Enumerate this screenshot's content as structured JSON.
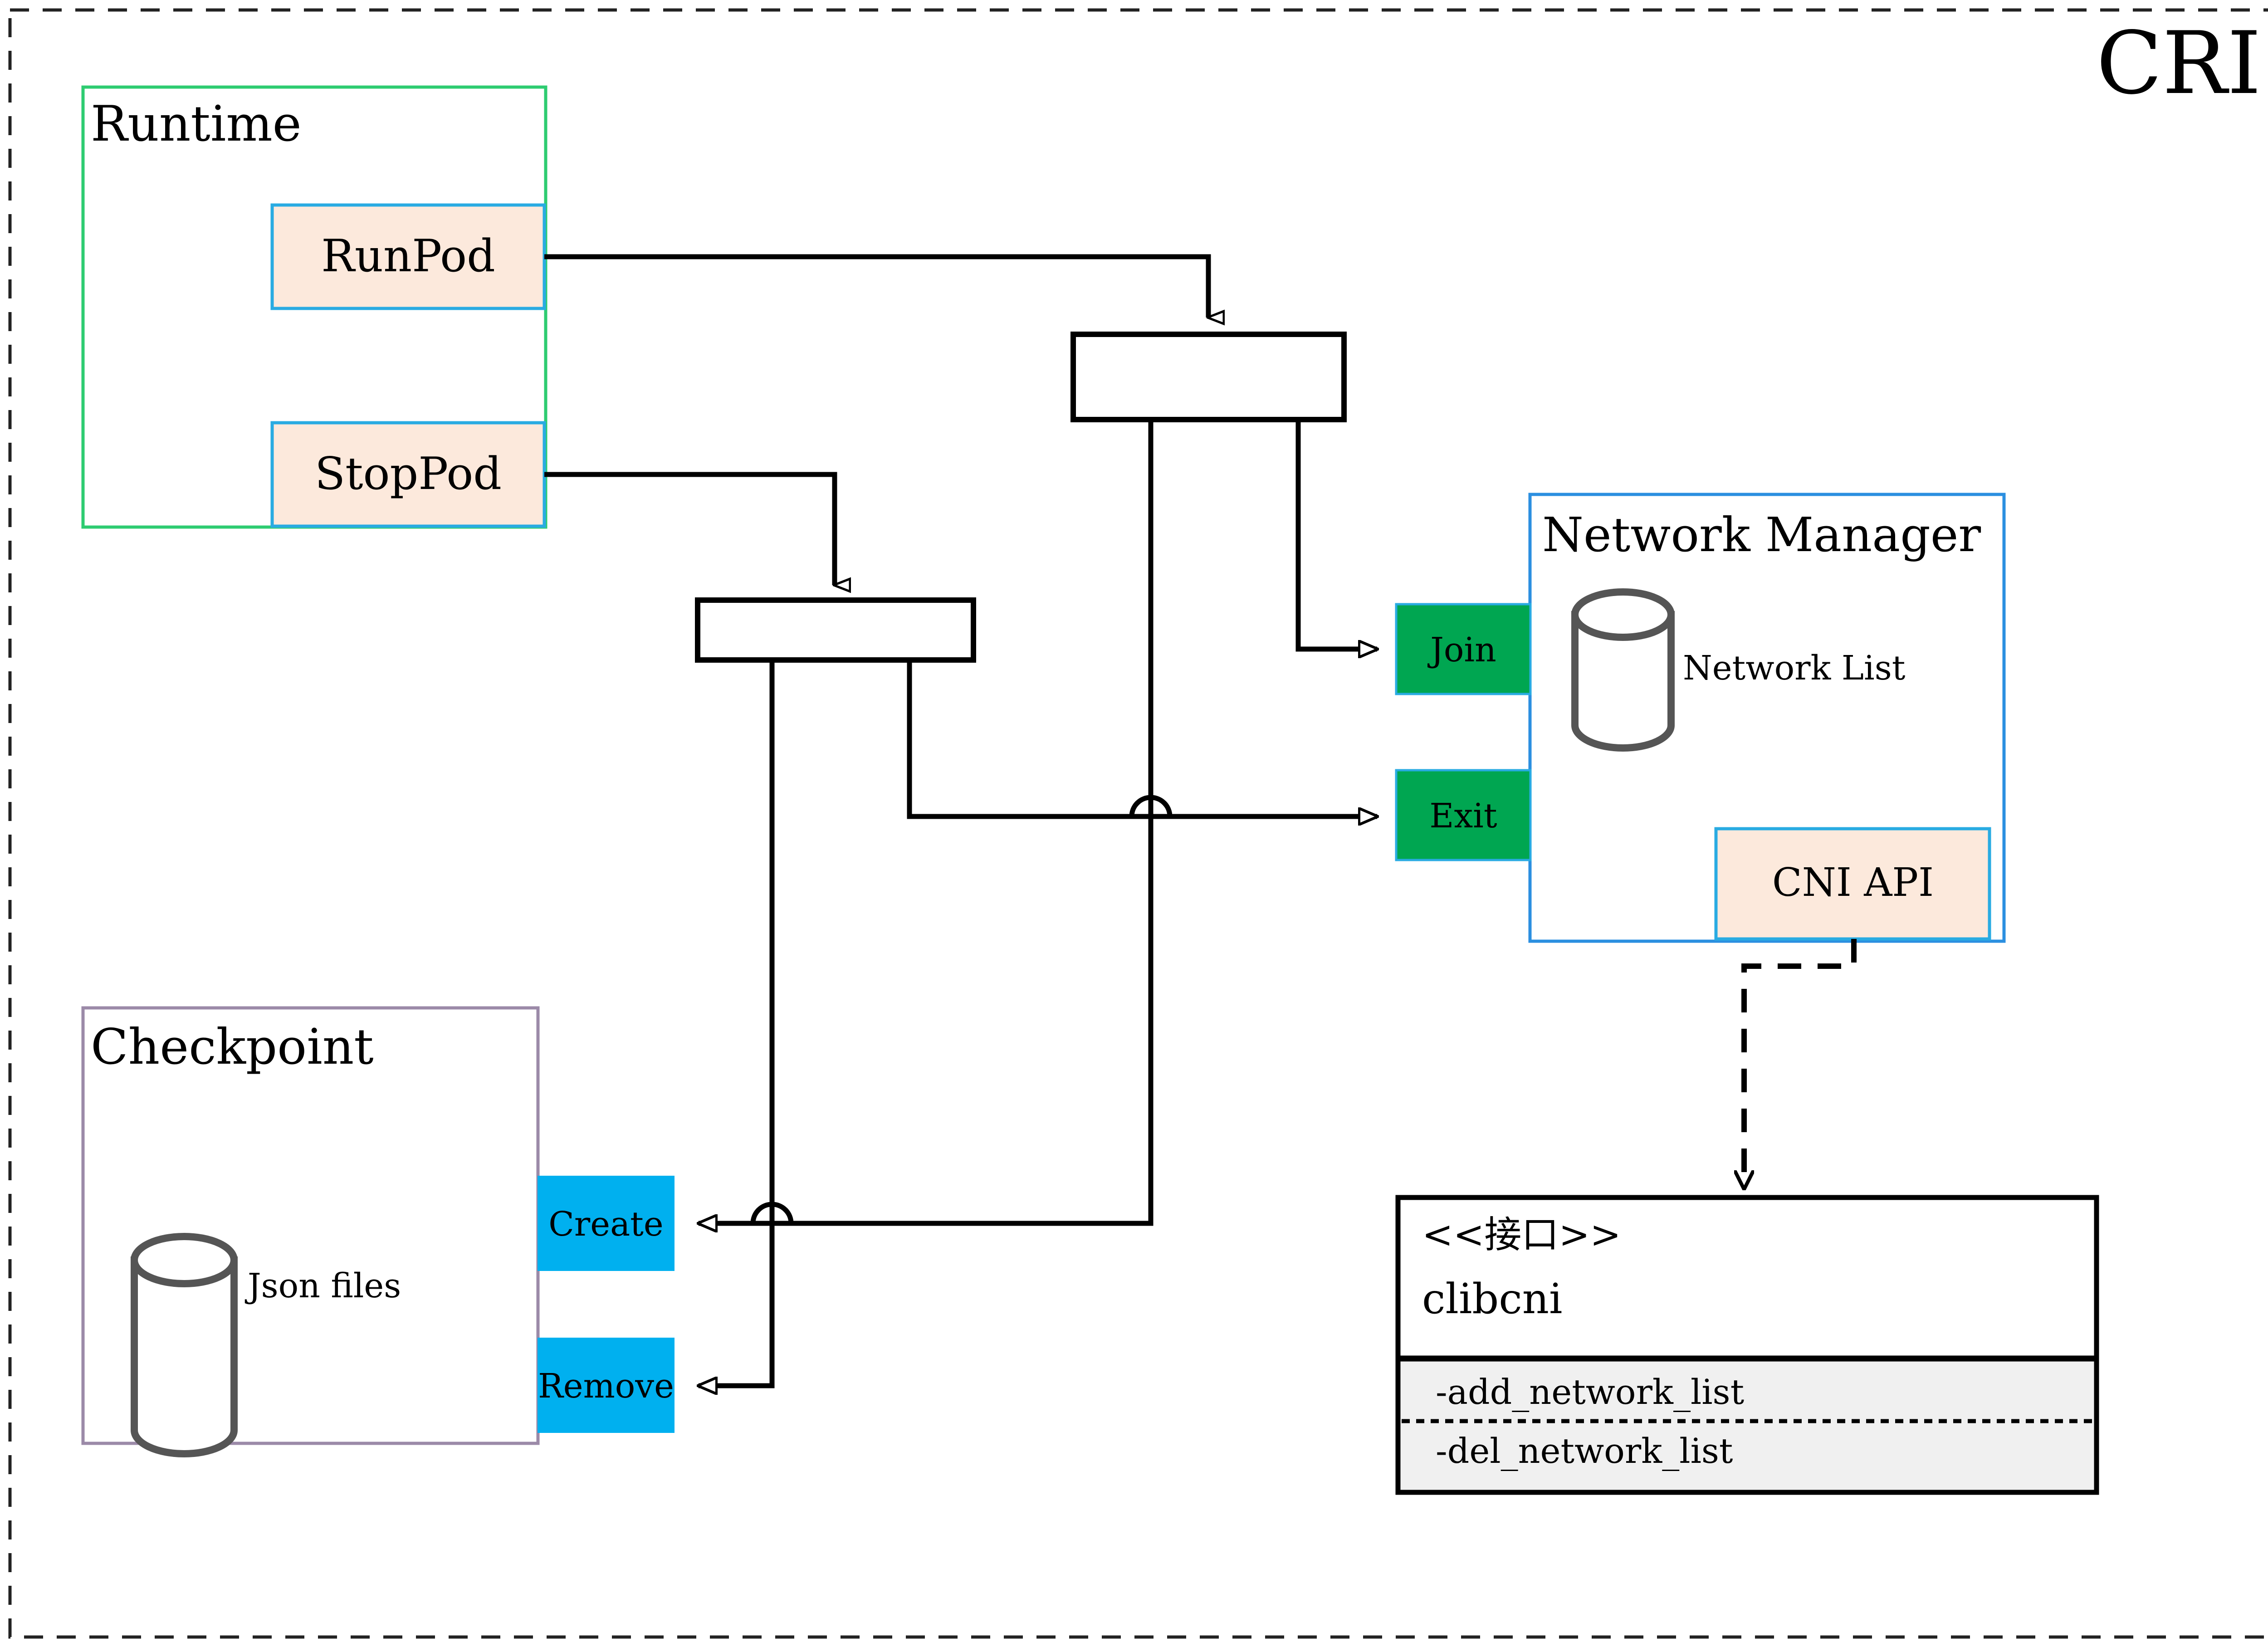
{
  "title": "CRI",
  "title_color": "#8a6d0b",
  "outer_frame": {
    "style": "dashed",
    "color": "#222222"
  },
  "groups": [
    {
      "name": "runtime-group",
      "label": "Runtime",
      "border_color": "#2ecc71",
      "fill": "#ffffff",
      "operations": [
        {
          "name": "runpod",
          "label": "RunPod",
          "fill": "#fce9dc",
          "border_color": "#29abe2"
        },
        {
          "name": "stoppod",
          "label": "StopPod",
          "fill": "#fce9dc",
          "border_color": "#29abe2"
        }
      ]
    },
    {
      "name": "checkpoint-group",
      "label": "Checkpoint",
      "border_color": "#9b8aa8",
      "fill": "#ffffff",
      "store": {
        "name": "json-files-store",
        "label": "Json files",
        "icon": "cylinder-icon",
        "color": "#555555"
      },
      "operations": [
        {
          "name": "create",
          "label": "Create",
          "fill": "#00b0ef",
          "border_color": "#00b0ef"
        },
        {
          "name": "remove",
          "label": "Remove",
          "fill": "#00b0ef",
          "border_color": "#00b0ef"
        }
      ]
    },
    {
      "name": "network-manager-group",
      "label": "Network Manager",
      "border_color": "#2b8fe0",
      "fill": "#ffffff",
      "store": {
        "name": "network-list-store",
        "label": "Network List",
        "icon": "cylinder-icon",
        "color": "#555555"
      },
      "operations": [
        {
          "name": "join",
          "label": "Join",
          "fill": "#00a651",
          "border_color": "#29abe2"
        },
        {
          "name": "exit",
          "label": "Exit",
          "fill": "#00a651",
          "border_color": "#29abe2"
        }
      ],
      "api": {
        "name": "cni-api",
        "label": "CNI API",
        "fill": "#fce9dc",
        "border_color": "#29abe2"
      }
    }
  ],
  "fork_bars": [
    {
      "name": "fork-bar-runpod"
    },
    {
      "name": "fork-bar-stoppod"
    }
  ],
  "interface_box": {
    "name": "clibcni-interface",
    "stereotype": "<<接口>>",
    "title": "clibcni",
    "methods_fill": "#f0f0f0",
    "methods": [
      {
        "name": "method-add-network-list",
        "label": "-add_network_list"
      },
      {
        "name": "method-del-network-list",
        "label": "-del_network_list"
      }
    ]
  },
  "connector_style": {
    "solid_color": "#000000",
    "dashed_color": "#000000",
    "arrow": "open-triangle"
  }
}
